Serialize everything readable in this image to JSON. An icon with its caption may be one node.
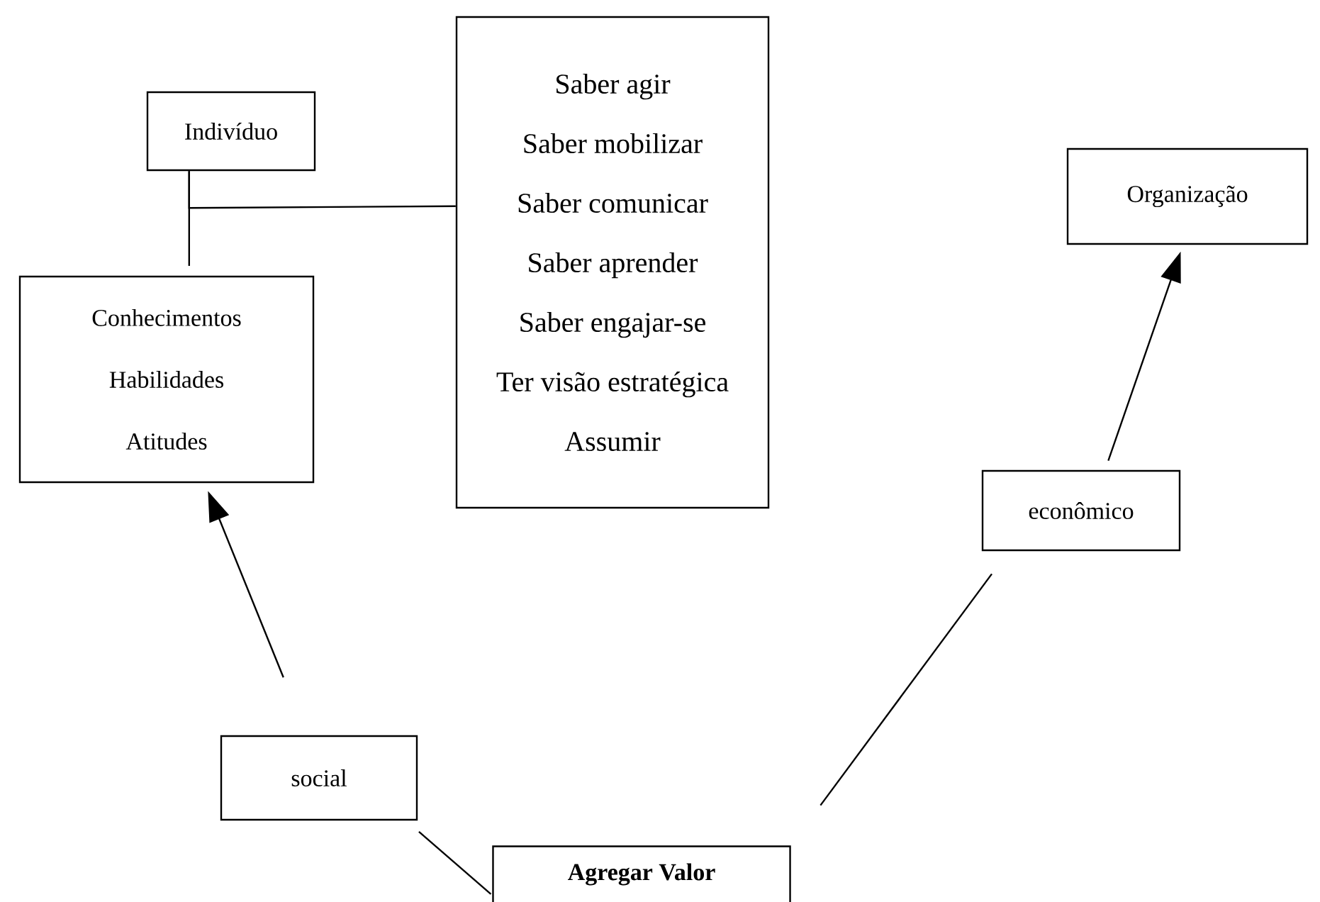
{
  "diagram": {
    "nodes": [
      {
        "text": [
          "Indivíduo"
        ]
      },
      {
        "text": [
          "Conhecimentos",
          "Habilidades",
          "Atitudes"
        ]
      },
      {
        "text": [
          "Saber agir",
          "Saber mobilizar",
          "Saber comunicar",
          "Saber aprender",
          "Saber engajar-se",
          "Ter visão estratégica",
          "Assumir"
        ]
      },
      {
        "text": [
          "Organização"
        ]
      },
      {
        "text": [
          "econômico"
        ]
      },
      {
        "text": [
          "social"
        ]
      },
      {
        "text": [
          "Agregar Valor"
        ]
      }
    ],
    "edges": [
      {
        "from": 0,
        "to": 1,
        "arrow": "none"
      },
      {
        "from": 2,
        "to": 0,
        "arrow": "none"
      },
      {
        "from": 5,
        "to": 1,
        "arrow": "to"
      },
      {
        "from": 4,
        "to": 3,
        "arrow": "to"
      },
      {
        "from": 6,
        "to": 5,
        "arrow": "none"
      },
      {
        "from": 6,
        "to": 4,
        "arrow": "none"
      }
    ]
  }
}
